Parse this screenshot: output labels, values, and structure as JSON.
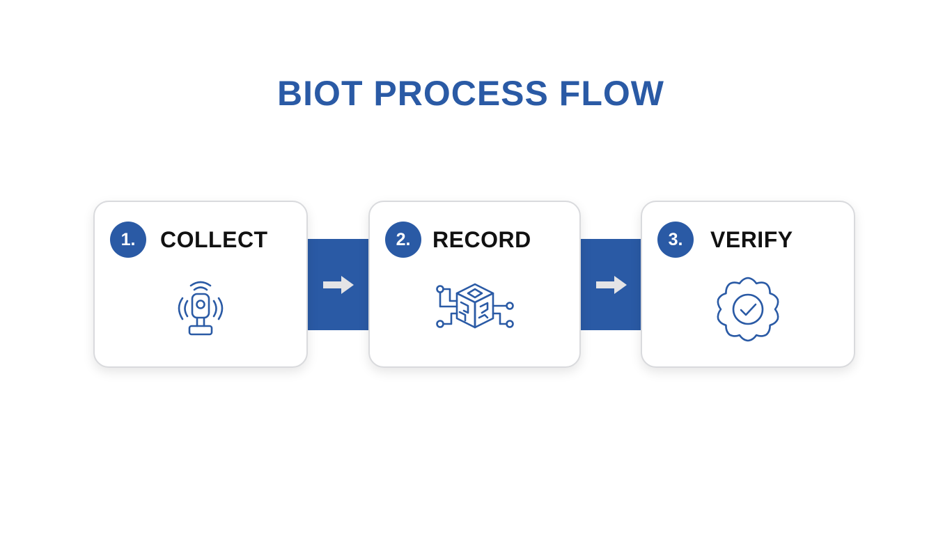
{
  "title": "BIOT PROCESS FLOW",
  "steps": [
    {
      "number": "1.",
      "label": "COLLECT",
      "icon": "sensor-icon"
    },
    {
      "number": "2.",
      "label": "RECORD",
      "icon": "blockchain-cube-icon"
    },
    {
      "number": "3.",
      "label": "VERIFY",
      "icon": "verified-badge-icon"
    }
  ],
  "connectors": [
    {
      "from": "COLLECT",
      "to": "RECORD",
      "icon": "arrow-right-icon"
    },
    {
      "from": "RECORD",
      "to": "VERIFY",
      "icon": "arrow-right-icon"
    }
  ],
  "colors": {
    "accent": "#2a5aa5",
    "text": "#111111",
    "card_border": "#d9dadd",
    "arrow": "#e4e4e6"
  }
}
